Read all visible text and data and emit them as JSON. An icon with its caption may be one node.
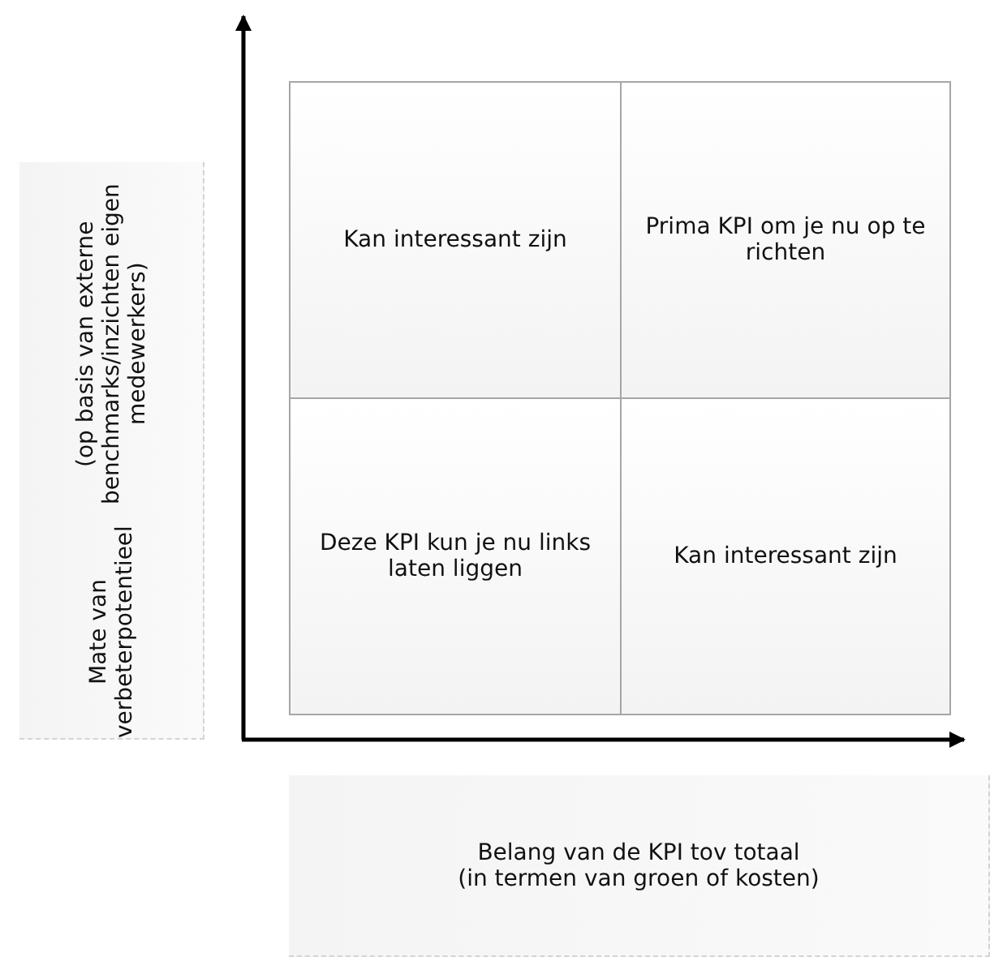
{
  "diagram": {
    "nodes": [
      {
        "text": [
          "Mate van verbeterpotentieel",
          "(op basis van externe benchmarks/inzichten eigen medewerkers)"
        ]
      },
      {
        "text": [
          "Kan interessant zijn"
        ]
      },
      {
        "text": [
          "Prima KPI om je nu op te richten"
        ]
      },
      {
        "text": [
          "Deze KPI kun je nu links laten liggen"
        ]
      },
      {
        "text": [
          "Kan interessant zijn"
        ]
      },
      {
        "text": [
          "Belang van de KPI tov totaal",
          "(in termen van groen of kosten)"
        ]
      }
    ]
  }
}
